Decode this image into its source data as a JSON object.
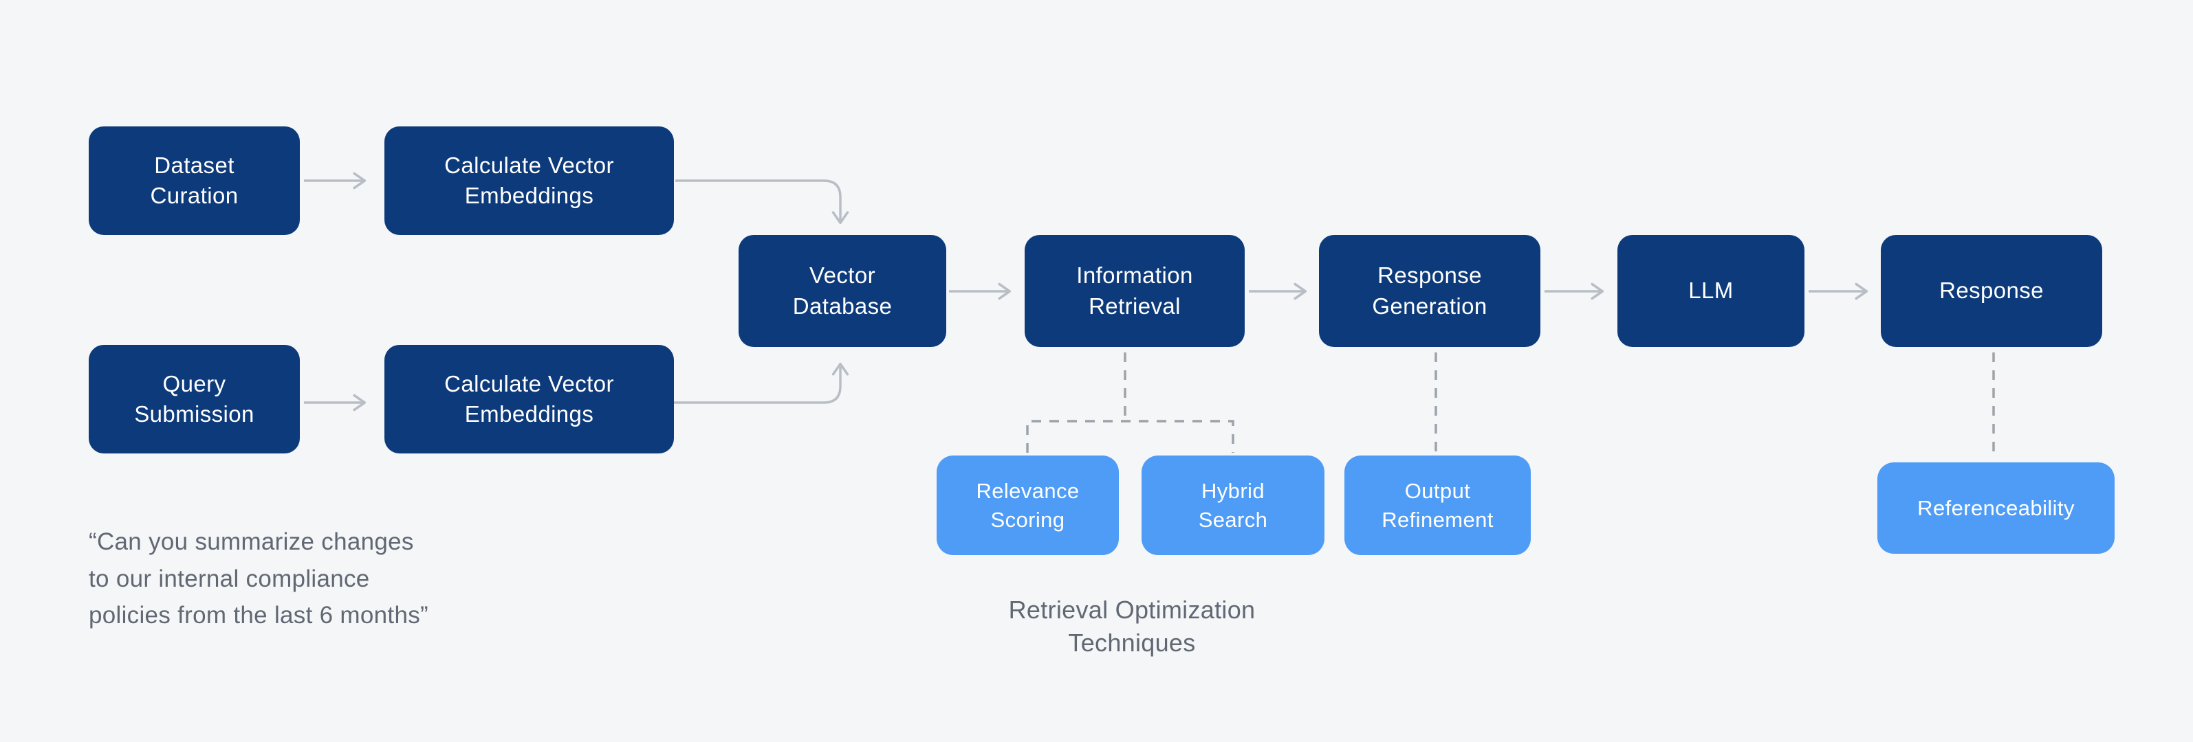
{
  "palette": {
    "background": "#f4f6f8",
    "node_dark": "#0c3a7a",
    "node_light": "#4f9cf7",
    "node_text": "#ffffff",
    "connector": "#b9bec6",
    "connector_dashed": "#9ca3ab",
    "text_gray": "#616873"
  },
  "nodes": {
    "dataset_curation": {
      "label": "Dataset\nCuration"
    },
    "calculate_embeddings_top": {
      "label": "Calculate Vector\nEmbeddings"
    },
    "query_submission": {
      "label": "Query\nSubmission"
    },
    "calculate_embeddings_bottom": {
      "label": "Calculate Vector\nEmbeddings"
    },
    "vector_database": {
      "label": "Vector\nDatabase"
    },
    "information_retrieval": {
      "label": "Information\nRetrieval"
    },
    "response_generation": {
      "label": "Response\nGeneration"
    },
    "llm": {
      "label": "LLM"
    },
    "response": {
      "label": "Response"
    },
    "relevance_scoring": {
      "label": "Relevance\nScoring"
    },
    "hybrid_search": {
      "label": "Hybrid\nSearch"
    },
    "output_refinement": {
      "label": "Output\nRefinement"
    },
    "referenceability": {
      "label": "Referenceability"
    }
  },
  "annotations": {
    "example_query": "“Can you summarize changes\nto our internal compliance\npolicies from the last 6 months”",
    "techniques_caption": "Retrieval Optimization\nTechniques"
  }
}
